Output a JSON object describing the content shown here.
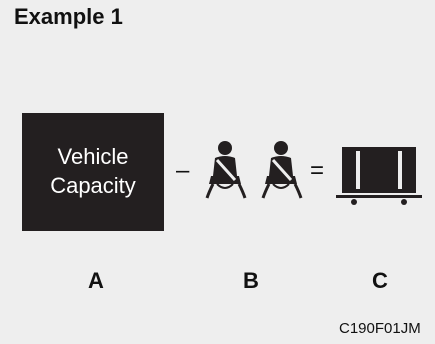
{
  "title": "Example 1",
  "capacity_box": {
    "line1": "Vehicle",
    "line2": "Capacity"
  },
  "operators": {
    "minus": "–",
    "equals": "="
  },
  "icons": {
    "occupant": "seated-occupant-with-seatbelt-icon",
    "cargo": "cargo-area-icon"
  },
  "labels": {
    "a": "A",
    "b": "B",
    "c": "C"
  },
  "figure_code": "C190F01JM",
  "colors": {
    "box_fill": "#231f20",
    "box_text": "#ffffff",
    "background": "#eeeeee"
  }
}
